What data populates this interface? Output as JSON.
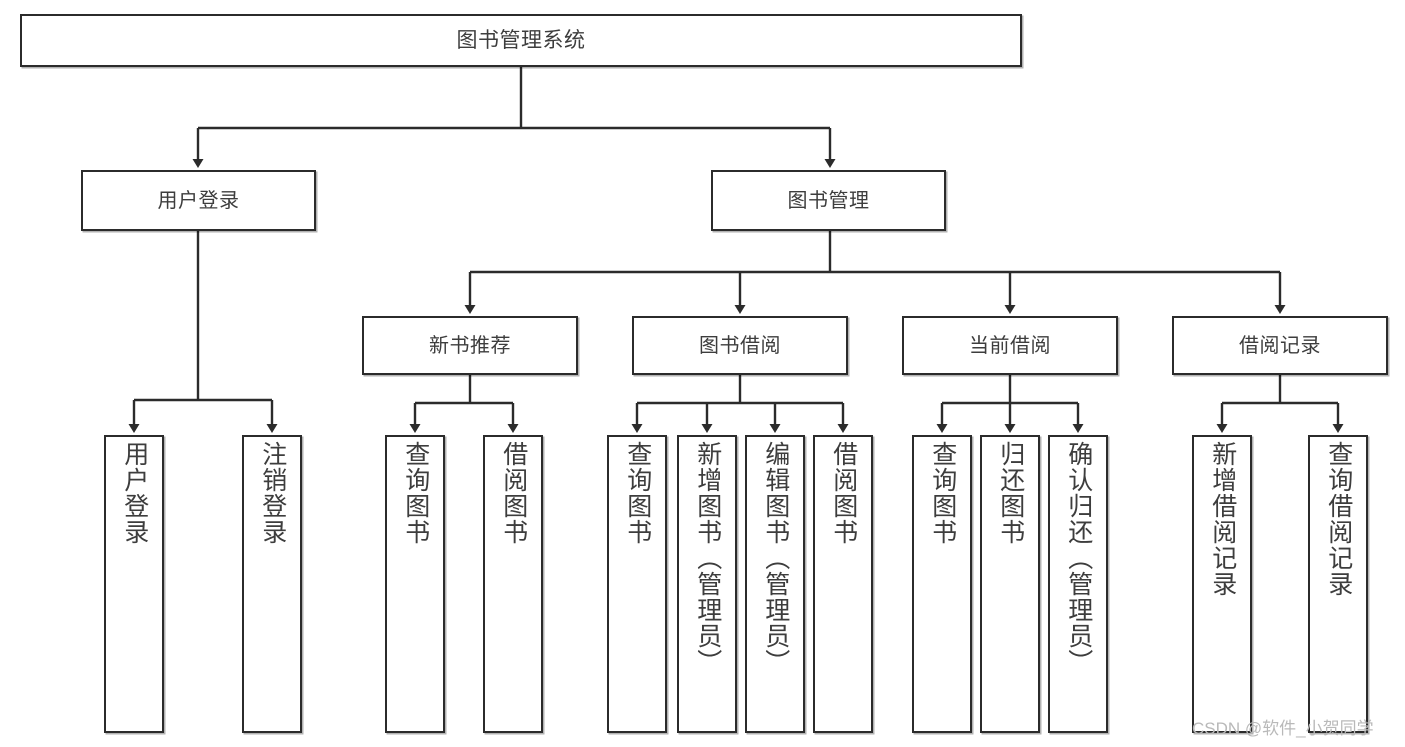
{
  "diagram": {
    "title": "图书管理系统",
    "type": "tree-hierarchy-chart",
    "root": {
      "label": "图书管理系统"
    },
    "level2": [
      {
        "label": "用户登录"
      },
      {
        "label": "图书管理"
      }
    ],
    "level3": [
      {
        "label": "新书推荐"
      },
      {
        "label": "图书借阅"
      },
      {
        "label": "当前借阅"
      },
      {
        "label": "借阅记录"
      }
    ],
    "leaves": {
      "user_login": [
        {
          "label": "用户登录"
        },
        {
          "label": "注销登录"
        }
      ],
      "new_book_recommend": [
        {
          "label": "查询图书"
        },
        {
          "label": "借阅图书"
        }
      ],
      "book_borrow": [
        {
          "label": "查询图书"
        },
        {
          "label": "新增图书（管理员）"
        },
        {
          "label": "编辑图书（管理员）"
        },
        {
          "label": "借阅图书"
        }
      ],
      "current_borrow": [
        {
          "label": "查询图书"
        },
        {
          "label": "归还图书"
        },
        {
          "label": "确认归还（管理员）"
        }
      ],
      "borrow_record": [
        {
          "label": "新增借阅记录"
        },
        {
          "label": "查询借阅记录"
        }
      ]
    }
  },
  "watermark": {
    "text": "CSDN @软件_小贺同学"
  },
  "colors": {
    "stroke": "#2b2b2b",
    "text": "#3d3d3d",
    "background": "#ffffff",
    "watermark": "#b9b9b9"
  }
}
